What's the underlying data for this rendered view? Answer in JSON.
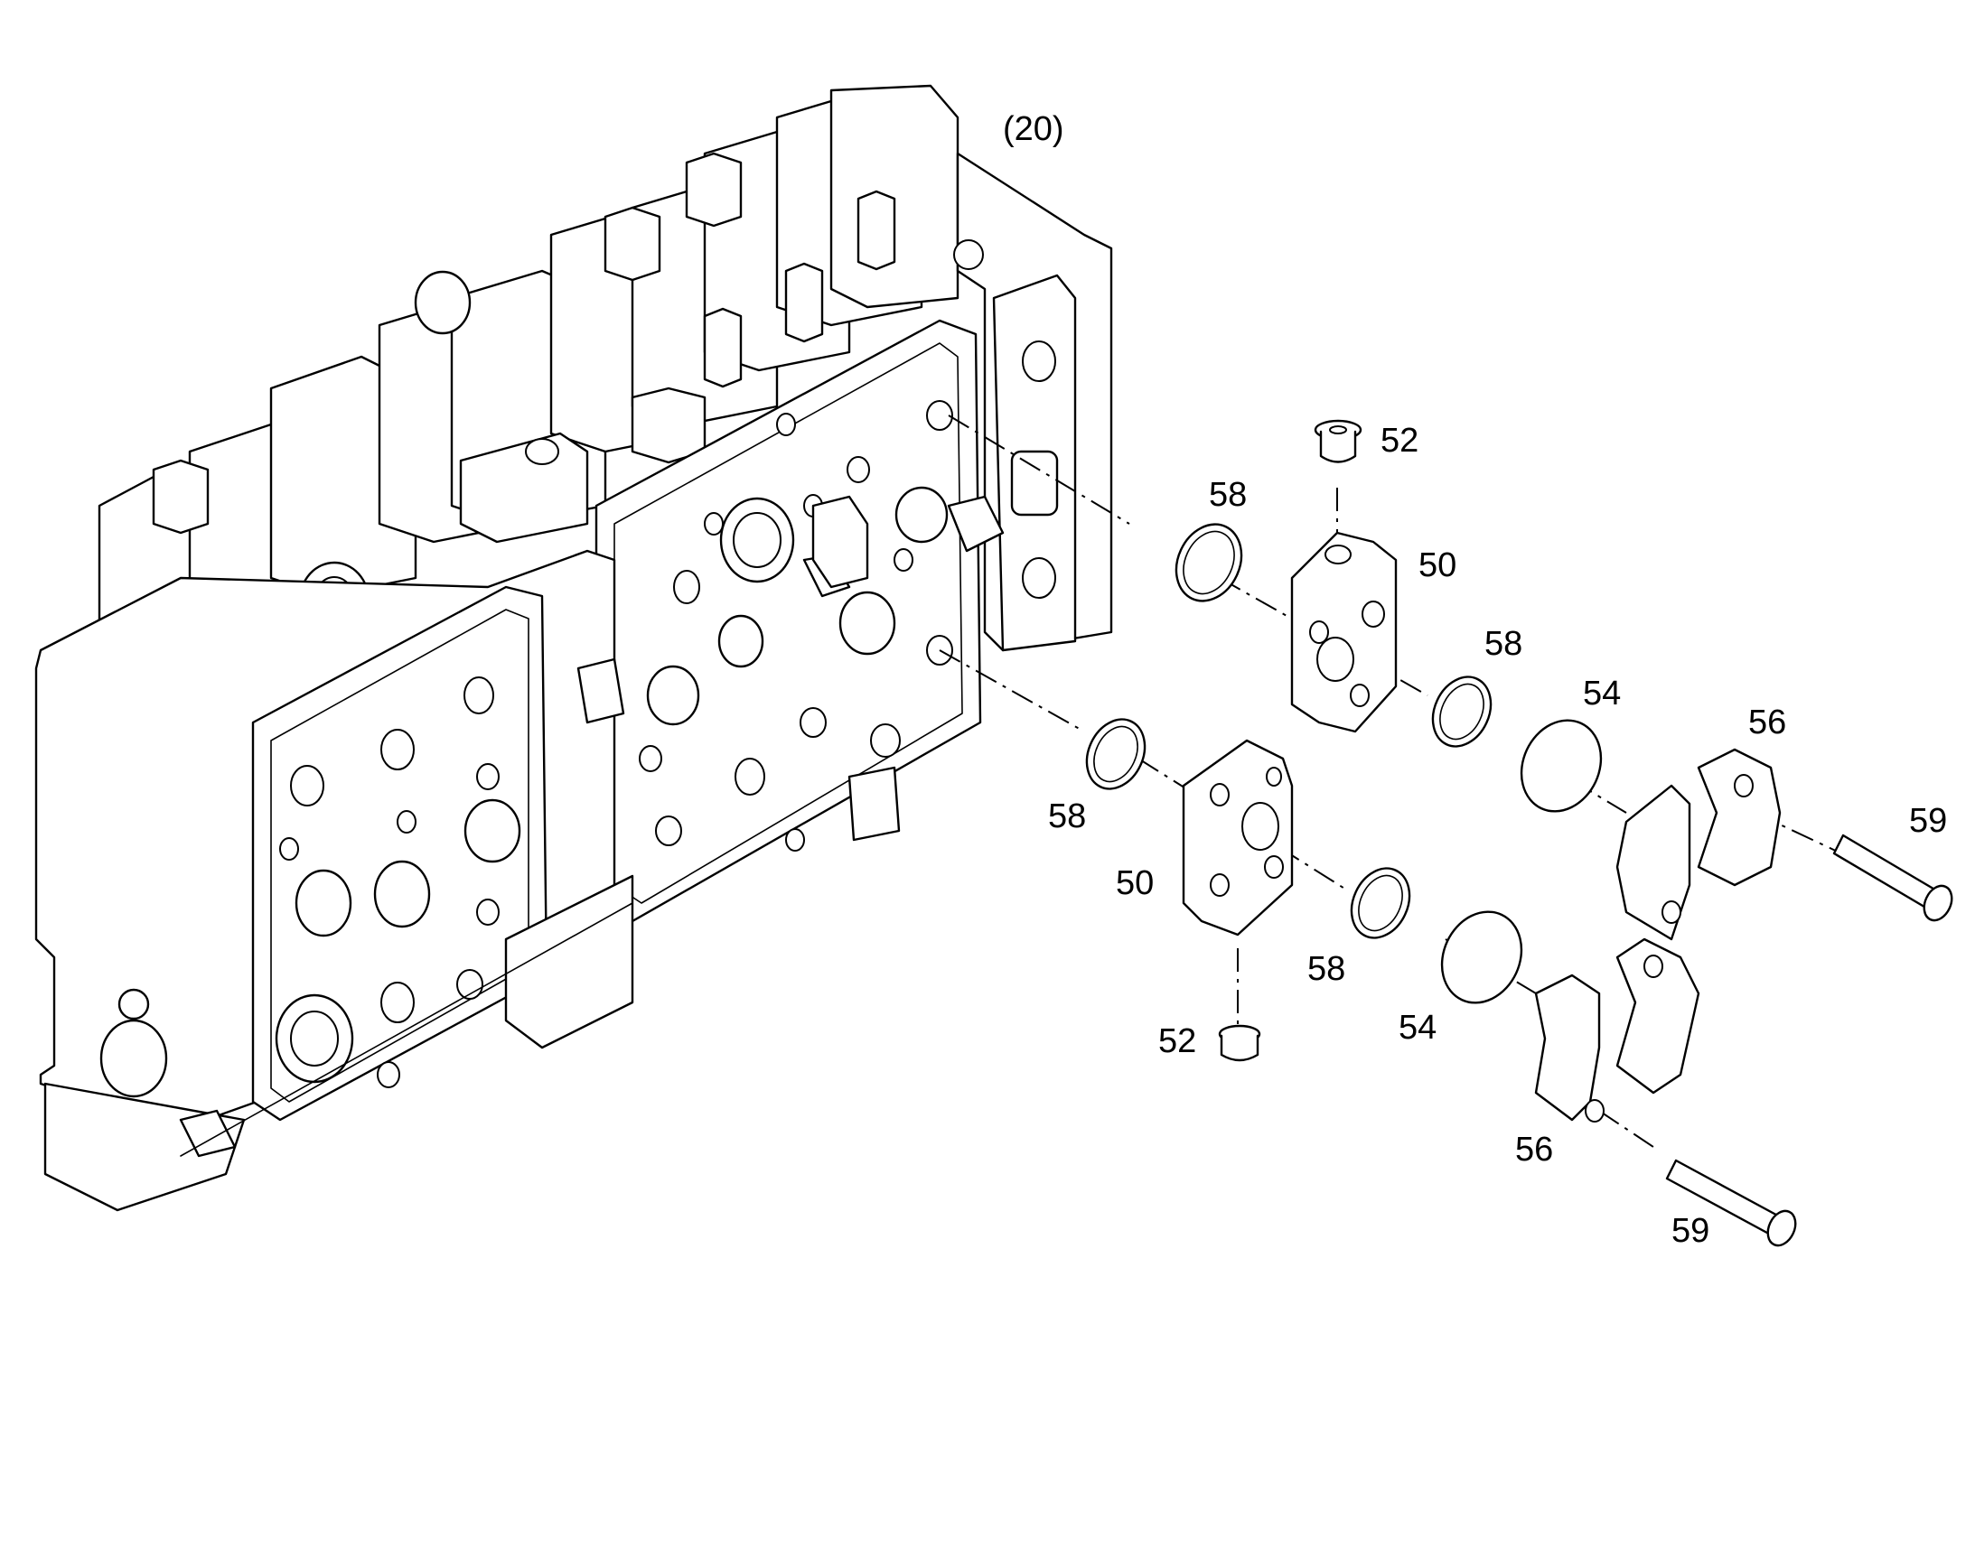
{
  "diagram": {
    "assembly_ref": "(20)",
    "callouts": {
      "c52_top": "52",
      "c58_upper": "58",
      "c50_upper": "50",
      "c58_mid_right": "58",
      "c54_upper": "54",
      "c56_upper": "56",
      "c59_upper": "59",
      "c58_left": "58",
      "c50_lower": "50",
      "c58_lower": "58",
      "c54_lower": "54",
      "c52_bottom": "52",
      "c56_lower": "56",
      "c59_lower": "59"
    }
  }
}
